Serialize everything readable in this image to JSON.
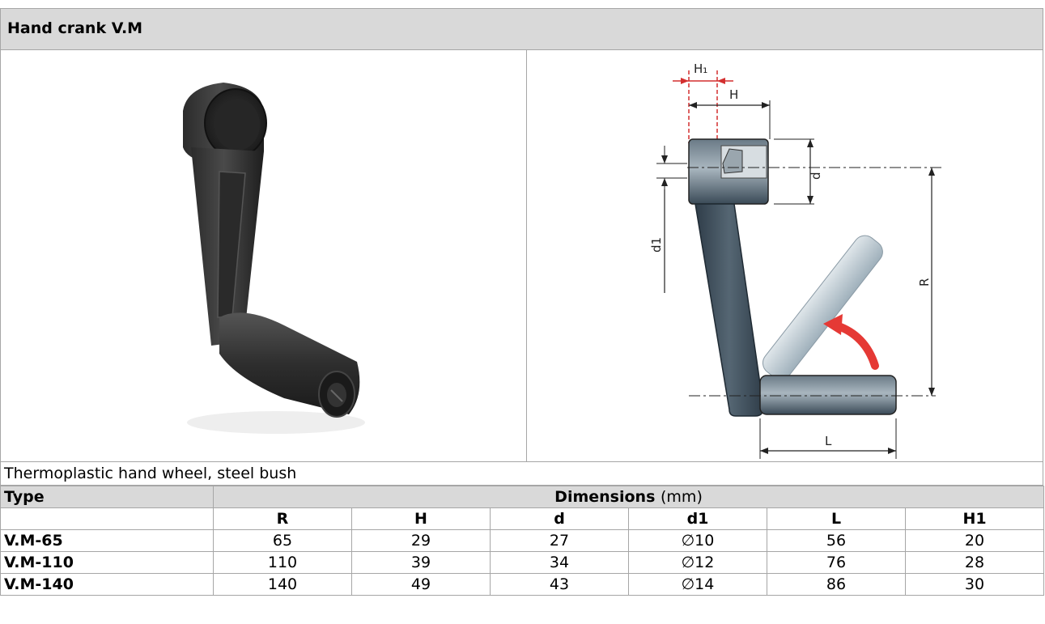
{
  "title": "Hand crank V.M",
  "description": "Thermoplastic hand wheel, steel bush",
  "drawing_labels": {
    "h1": "H₁",
    "h": "H",
    "d": "d",
    "d1": "d1",
    "r": "R",
    "l": "L"
  },
  "table": {
    "type_header": "Type",
    "dimensions_header": "Dimensions",
    "dimensions_unit": "(mm)",
    "columns": [
      "R",
      "H",
      "d",
      "d1",
      "L",
      "H1"
    ],
    "rows": [
      {
        "type": "V.M-65",
        "values": [
          "65",
          "29",
          "27",
          "∅10",
          "56",
          "20"
        ]
      },
      {
        "type": "V.M-110",
        "values": [
          "110",
          "39",
          "34",
          "∅12",
          "76",
          "28"
        ]
      },
      {
        "type": "V.M-140",
        "values": [
          "140",
          "49",
          "43",
          "∅14",
          "86",
          "30"
        ]
      }
    ]
  },
  "colors": {
    "header_fill": "#d9d9d9",
    "border": "#a6a6a6",
    "crank_body": "#3a4a57",
    "arrow": "#e53935",
    "dimension_red": "#d32f2f"
  }
}
